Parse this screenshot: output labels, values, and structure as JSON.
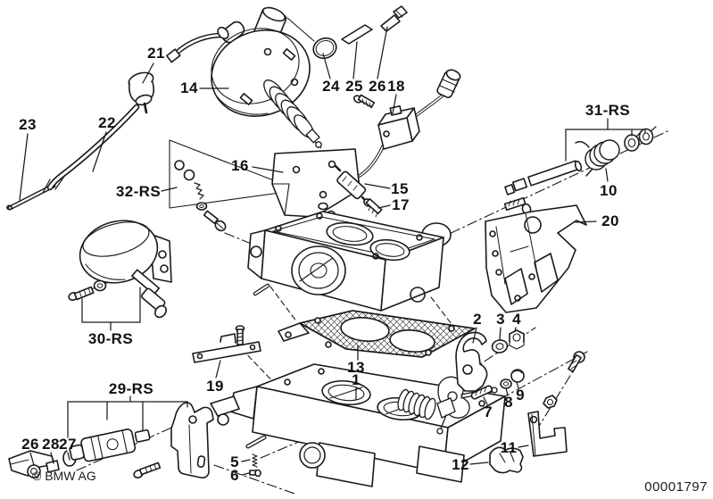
{
  "figure": {
    "copyright": "© BMW AG",
    "drawing_number": "00001797",
    "line_color": "#1a1a1a",
    "background_color": "#ffffff"
  },
  "labels": [
    {
      "text": "21"
    },
    {
      "text": "14"
    },
    {
      "text": "23"
    },
    {
      "text": "22"
    },
    {
      "text": "32-RS"
    },
    {
      "text": "16"
    },
    {
      "text": "24"
    },
    {
      "text": "25"
    },
    {
      "text": "26"
    },
    {
      "text": "18"
    },
    {
      "text": "15"
    },
    {
      "text": "17"
    },
    {
      "text": "31-RS"
    },
    {
      "text": "10"
    },
    {
      "text": "20"
    },
    {
      "text": "30-RS"
    },
    {
      "text": "19"
    },
    {
      "text": "29-RS"
    },
    {
      "text": "13"
    },
    {
      "text": "1"
    },
    {
      "text": "26"
    },
    {
      "text": "28"
    },
    {
      "text": "27"
    },
    {
      "text": "5"
    },
    {
      "text": "6"
    },
    {
      "text": "2"
    },
    {
      "text": "3"
    },
    {
      "text": "4"
    },
    {
      "text": "7"
    },
    {
      "text": "8"
    },
    {
      "text": "9"
    },
    {
      "text": "11"
    },
    {
      "text": "12"
    }
  ]
}
